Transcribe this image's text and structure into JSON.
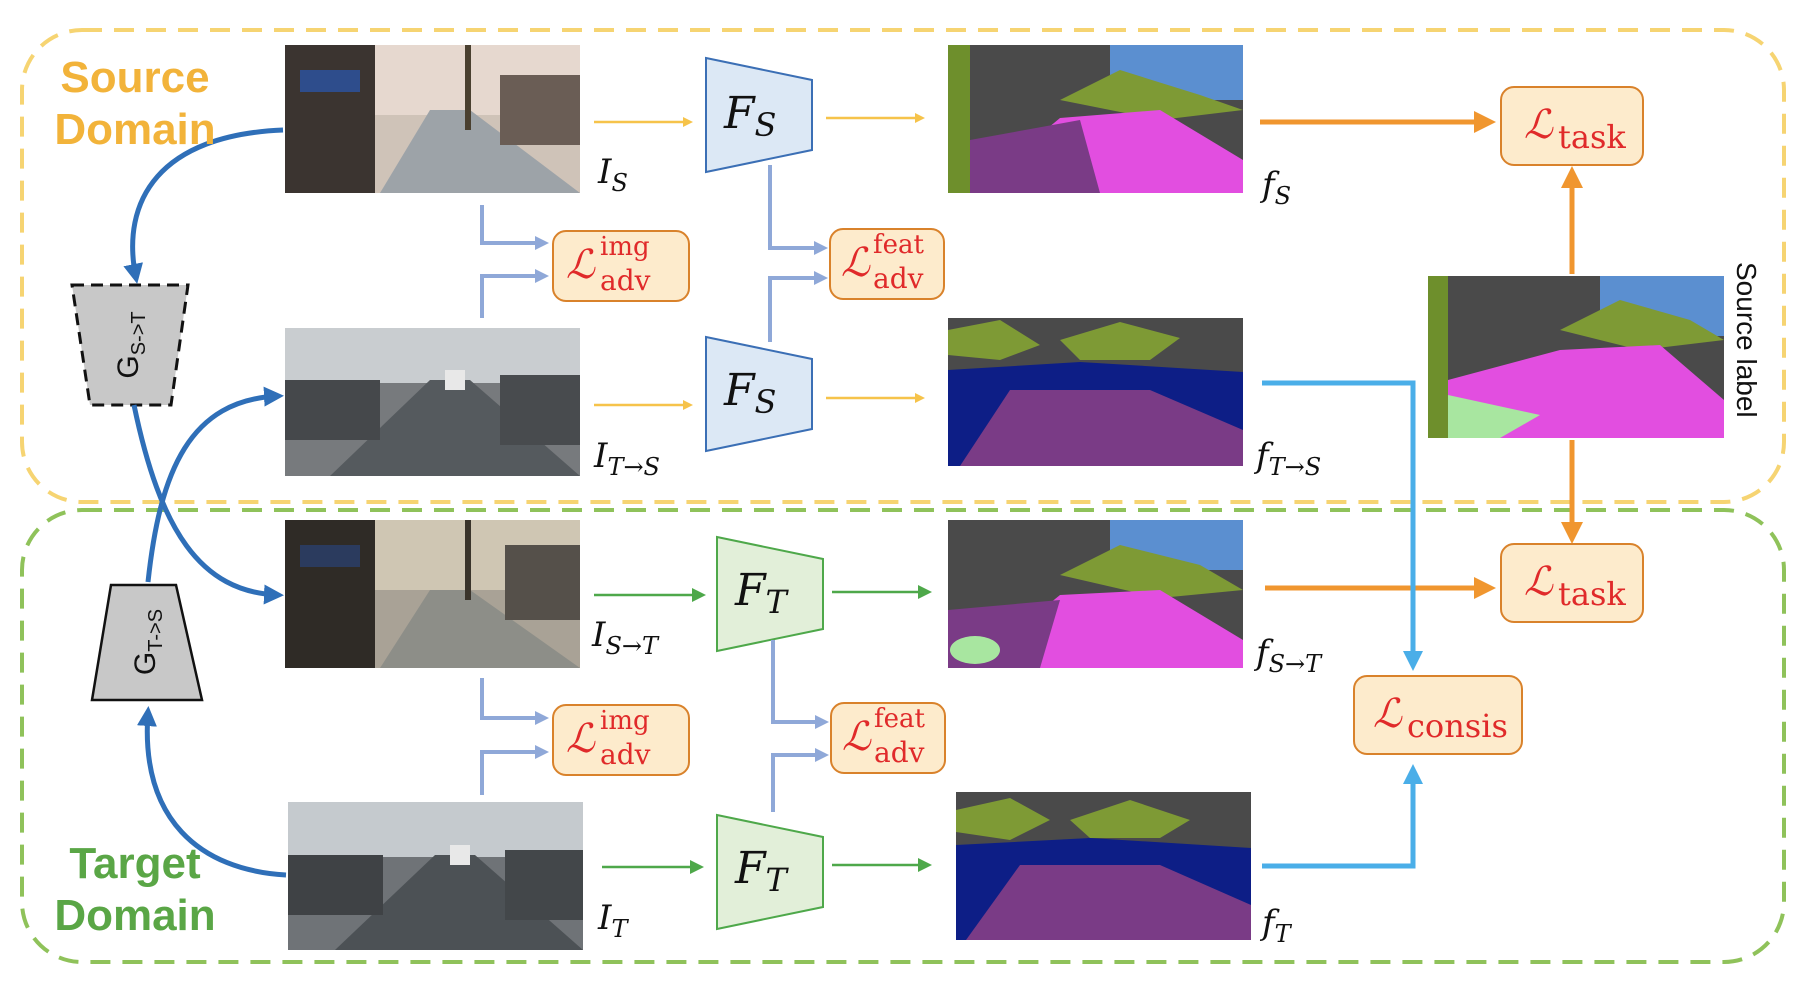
{
  "domains": {
    "source": {
      "line1": "Source",
      "line2": "Domain"
    },
    "target": {
      "line1": "Target",
      "line2": "Domain"
    }
  },
  "generators": {
    "s_to_t": {
      "main": "G",
      "sub": "S->T"
    },
    "t_to_s": {
      "main": "G",
      "sub": "T->S"
    }
  },
  "images": {
    "I_S": {
      "main": "I",
      "sub": "S"
    },
    "I_TS": {
      "main": "I",
      "sub": "T→S"
    },
    "I_ST": {
      "main": "I",
      "sub": "S→T"
    },
    "I_T": {
      "main": "I",
      "sub": "T"
    }
  },
  "networks": {
    "F_S_top": {
      "main": "F",
      "sub": "S"
    },
    "F_S_mid": {
      "main": "F",
      "sub": "S"
    },
    "F_T_mid": {
      "main": "F",
      "sub": "T"
    },
    "F_T_bot": {
      "main": "F",
      "sub": "T"
    }
  },
  "features": {
    "f_S": {
      "main": "f",
      "sub": "S"
    },
    "f_TS": {
      "main": "f",
      "sub": "T→S"
    },
    "f_ST": {
      "main": "f",
      "sub": "S→T"
    },
    "f_T": {
      "main": "f",
      "sub": "T"
    }
  },
  "losses": {
    "adv_img_top": {
      "symbol": "ℒ",
      "sup": "img",
      "sub": "adv"
    },
    "adv_feat_top": {
      "symbol": "ℒ",
      "sup": "feat",
      "sub": "adv"
    },
    "adv_img_bot": {
      "symbol": "ℒ",
      "sup": "img",
      "sub": "adv"
    },
    "adv_feat_bot": {
      "symbol": "ℒ",
      "sup": "feat",
      "sub": "adv"
    },
    "task_top": {
      "symbol": "ℒ",
      "sub": "task"
    },
    "task_bot": {
      "symbol": "ℒ",
      "sub": "task"
    },
    "consis": {
      "symbol": "ℒ",
      "sub": "consis"
    }
  },
  "source_label": "Source label",
  "colors": {
    "source_border": "#f6d472",
    "target_border": "#8fc25a",
    "source_arrow": "#f6c34a",
    "target_arrow": "#4ea84a",
    "adv_arrow": "#8fa8d8",
    "task_arrow": "#f0962f",
    "consis_arrow": "#4aaee8",
    "generator_arrow": "#2f6fb8",
    "encoder_source_fill": "#dce8f5",
    "encoder_target_fill": "#e2efd9",
    "generator_fill": "#c8c8c8",
    "loss_fill": "#fdebcc",
    "loss_border": "#d9822b",
    "loss_text": "#e02a2a",
    "seg_road": "#e24ee0",
    "seg_sidewalk_target": "#0d1e86",
    "seg_road_target": "#7a3b86",
    "seg_building": "#4a4a4a",
    "seg_vegetation": "#7e9a35",
    "seg_sky": "#5b8fd0"
  }
}
